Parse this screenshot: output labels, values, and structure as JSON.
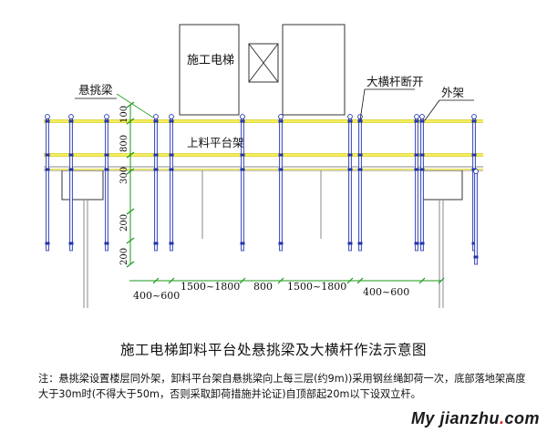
{
  "labels": {
    "elevator": "施工电梯",
    "cantilever_beam": "悬挑梁",
    "horizontal_bar_break": "大横杆断开",
    "outer_frame": "外架",
    "platform": "上料平台架"
  },
  "dimensions": {
    "v_100": "100",
    "v_800": "800",
    "v_300": "300",
    "v_200a": "200",
    "v_200b": "200",
    "h_left": "400~600",
    "h_span_left": "1500~1800",
    "h_middle": "800",
    "h_span_right": "1500~1800",
    "h_right": "400~600"
  },
  "caption": "施工电梯卸料平台处悬挑梁及大横杆作法示意图",
  "note": "注：悬挑梁设置楼层同外架，卸料平台架自悬挑梁向上每三层(约9m))采用钢丝绳卸荷一次，底部落地架高度大于30m时(不得大于50m，否则采取卸荷措施并论证)自顶部起20m以下设双立杆。",
  "watermark": {
    "prefix": "My",
    "site": "jianzhu",
    "suffix": "com"
  },
  "colors": {
    "yellow_bar": "#f5ef60",
    "pole_blue": "#2233aa",
    "pole_fill": "#e6e8ff",
    "dim_green": "#1a9a1a",
    "ground_gray": "#888888"
  }
}
